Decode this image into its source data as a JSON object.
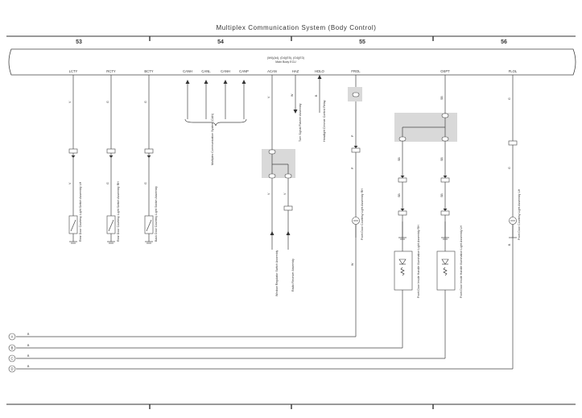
{
  "title": "Multiplex Communication System (Body Control)",
  "sections": [
    "53",
    "54",
    "55",
    "56"
  ],
  "ecu": {
    "code": "(M4)(A4), (D4)(E5), (G4)(E3)",
    "name": "Main Body ECU"
  },
  "ecu_pins": [
    {
      "label": "LCTY",
      "pin": "9"
    },
    {
      "label": "RCTY",
      "pin": "9"
    },
    {
      "label": "BCTY",
      "pin": "19"
    },
    {
      "label": "CANH",
      "pin": "18"
    },
    {
      "label": "CANL",
      "pin": "17"
    },
    {
      "label": "CANH",
      "pin": "10"
    },
    {
      "label": "CANP",
      "pin": "11"
    },
    {
      "label": "ACAN",
      "pin": "1"
    },
    {
      "label": "HAZ",
      "pin": "2"
    },
    {
      "label": "HDLO",
      "pin": "3"
    },
    {
      "label": "FROL",
      "pin": "14"
    },
    {
      "label": "OSPT",
      "pin": ""
    },
    {
      "label": "FLOL",
      "pin": ""
    }
  ],
  "components": {
    "rear_door_lh": "Rear Door Courtesy Light Switch Assembly LH",
    "rear_door_rh": "Rear Door Courtesy Light Switch Assembly RH",
    "back_door": "Back Door Courtesy Light Switch Assembly",
    "multiplex": "Multiplex Communication System (CAN)",
    "turn_signal": "Turn Signal Flasher Assembly",
    "headlight": "Headlight Dimmer Control Relay",
    "window_regulator": "Window Regulator Switch Assembly",
    "buzzer": "Radio Receiver Assembly",
    "front_courtesy_rh": "Front Door Courtesy Light Assembly RH",
    "inside_handle_rh": "Front Door Inside Handle Illumination Light Assembly RH",
    "inside_handle_lh": "Front Door Inside Handle Illumination Light Assembly LH",
    "front_courtesy_lh": "Front Door Courtesy Light Assembly LH"
  },
  "wire_colors": {
    "v": "V",
    "g": "G",
    "w": "W",
    "b": "B",
    "r": "R",
    "p": "P",
    "sb": "SB",
    "lg": "LG"
  },
  "connectors_bottom": [
    "A",
    "B",
    "C",
    "D"
  ]
}
